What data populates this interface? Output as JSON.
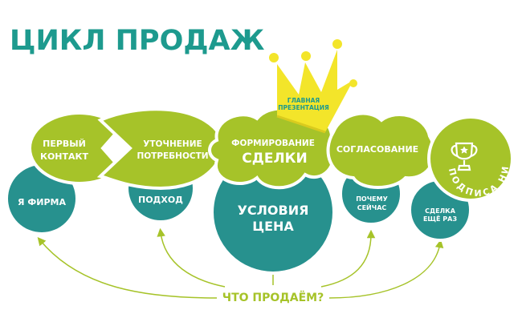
{
  "title": "ЦИКЛ ПРОДАЖ",
  "colors": {
    "green": "#a6c329",
    "teal": "#27918e",
    "title": "#1d9a8e",
    "crown": "#f3e52a",
    "arrow": "#a6c329"
  },
  "stages": {
    "first_contact": [
      "ПЕРВЫЙ",
      "КОНТАКТ"
    ],
    "needs": [
      "УТОЧНЕНИЕ",
      "ПОТРЕБНОСТИ"
    ],
    "deal": [
      "ФОРМИРОВАНИЕ",
      "СДЕЛКИ"
    ],
    "agreement": "СОГЛАСОВАНИЕ",
    "signing": "ПОДПИСА НИЕ"
  },
  "sub": {
    "company": "Я ФИРМА",
    "approach": "ПОДХОД",
    "terms": [
      "УСЛОВИЯ",
      "ЦЕНА"
    ],
    "why_now": [
      "ПОЧЕМУ",
      "СЕЙЧАС"
    ],
    "deal_again": [
      "СДЕЛКА",
      "ЕЩЁ РАЗ"
    ]
  },
  "crown_label": [
    "ГЛАВНАЯ",
    "ПРЕЗЕНТАЦИЯ"
  ],
  "center_question": "ЧТО ПРОДАЁМ?",
  "icons": {
    "signing": "trophy-icon",
    "crown": "crown-icon"
  }
}
